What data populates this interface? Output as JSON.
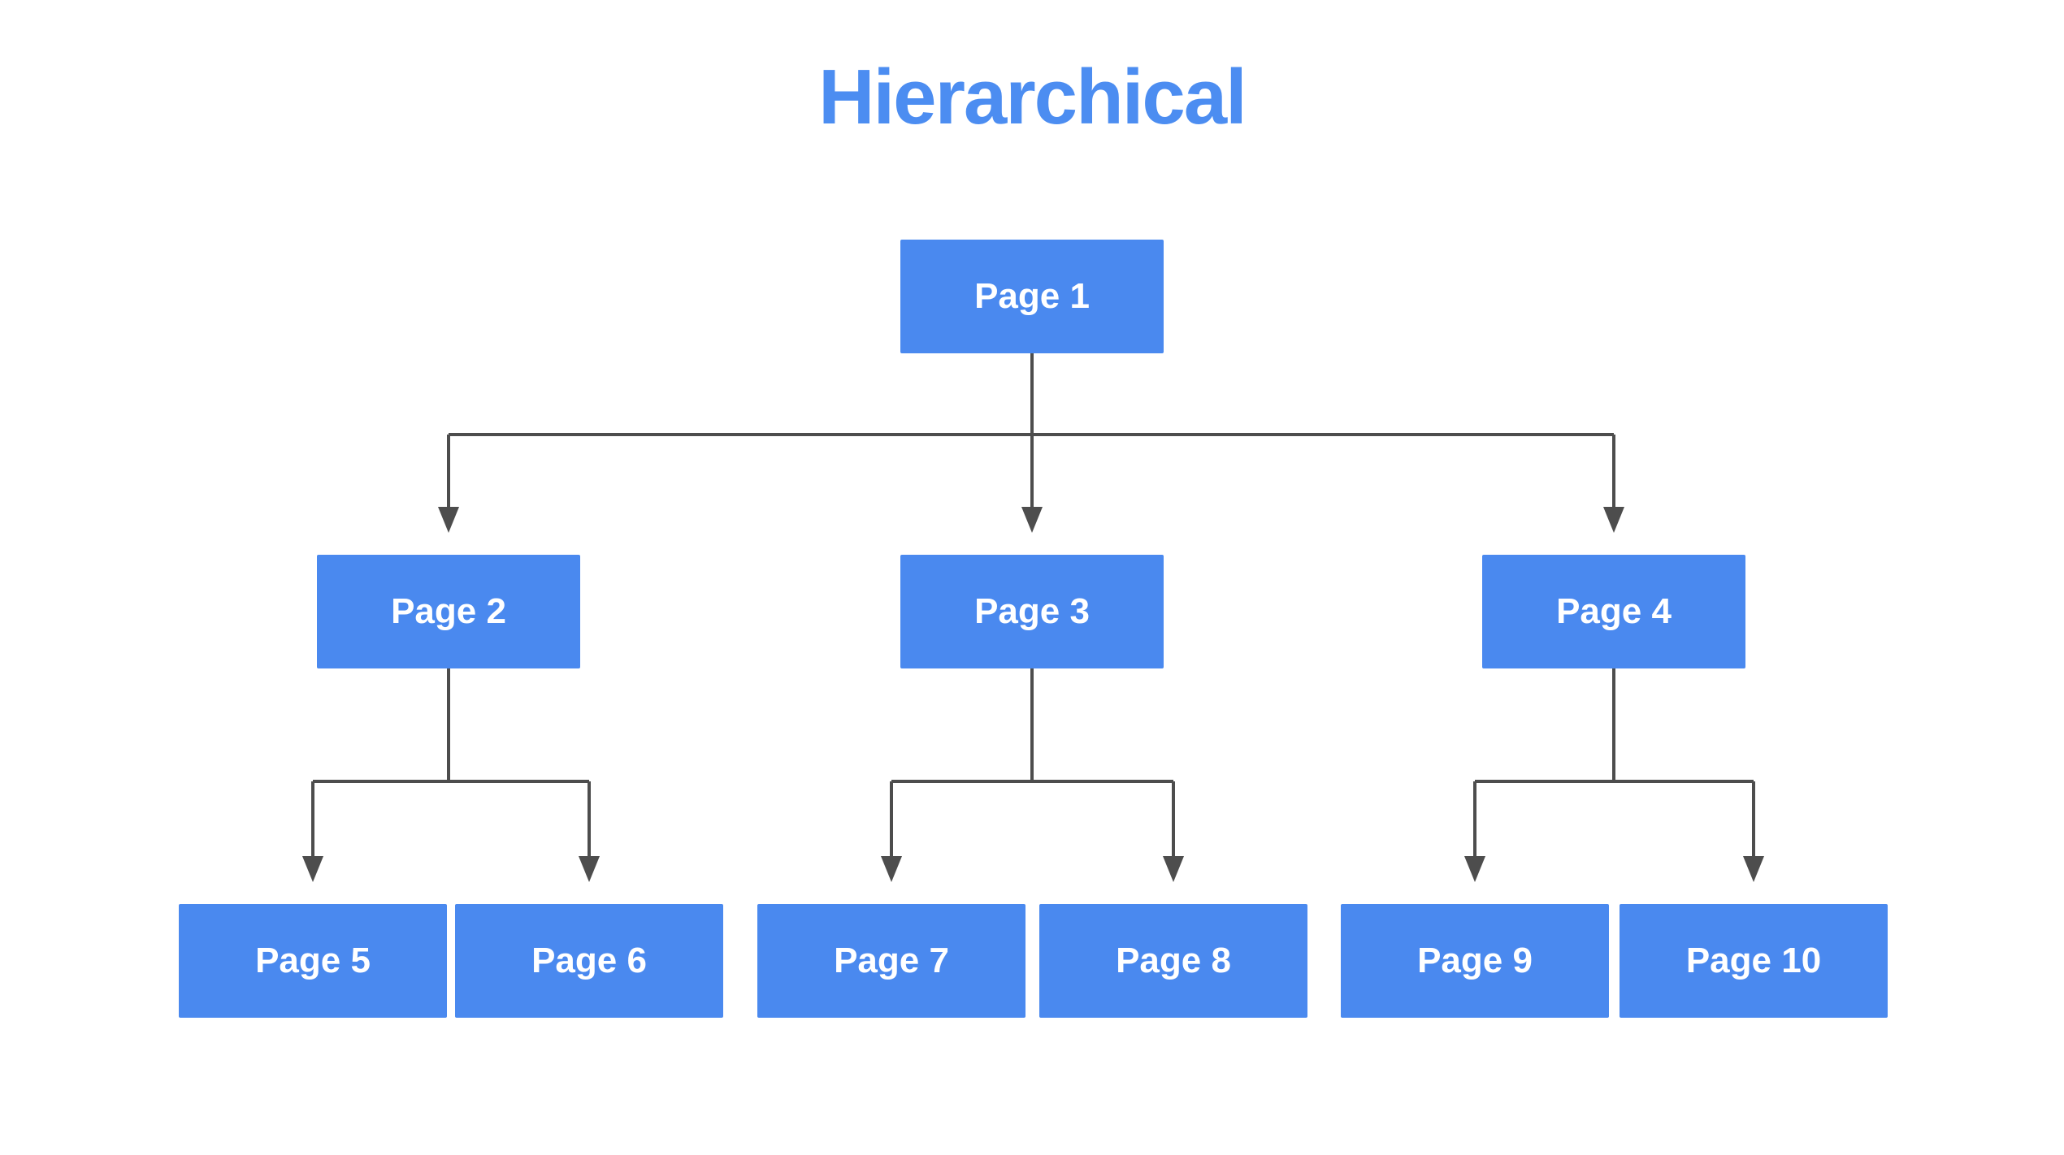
{
  "title": "Hierarchical",
  "colors": {
    "title_text": "#4C8DF1",
    "node_fill": "#4A89EF",
    "node_text": "#FFFFFF",
    "connector": "#4D4D4D",
    "background": "#FFFFFF"
  },
  "tree": {
    "root": {
      "label": "Page 1",
      "children": [
        {
          "label": "Page 2",
          "children": [
            {
              "label": "Page 5"
            },
            {
              "label": "Page 6"
            }
          ]
        },
        {
          "label": "Page 3",
          "children": [
            {
              "label": "Page 7"
            },
            {
              "label": "Page 8"
            }
          ]
        },
        {
          "label": "Page 4",
          "children": [
            {
              "label": "Page 9"
            },
            {
              "label": "Page 10"
            }
          ]
        }
      ]
    }
  }
}
